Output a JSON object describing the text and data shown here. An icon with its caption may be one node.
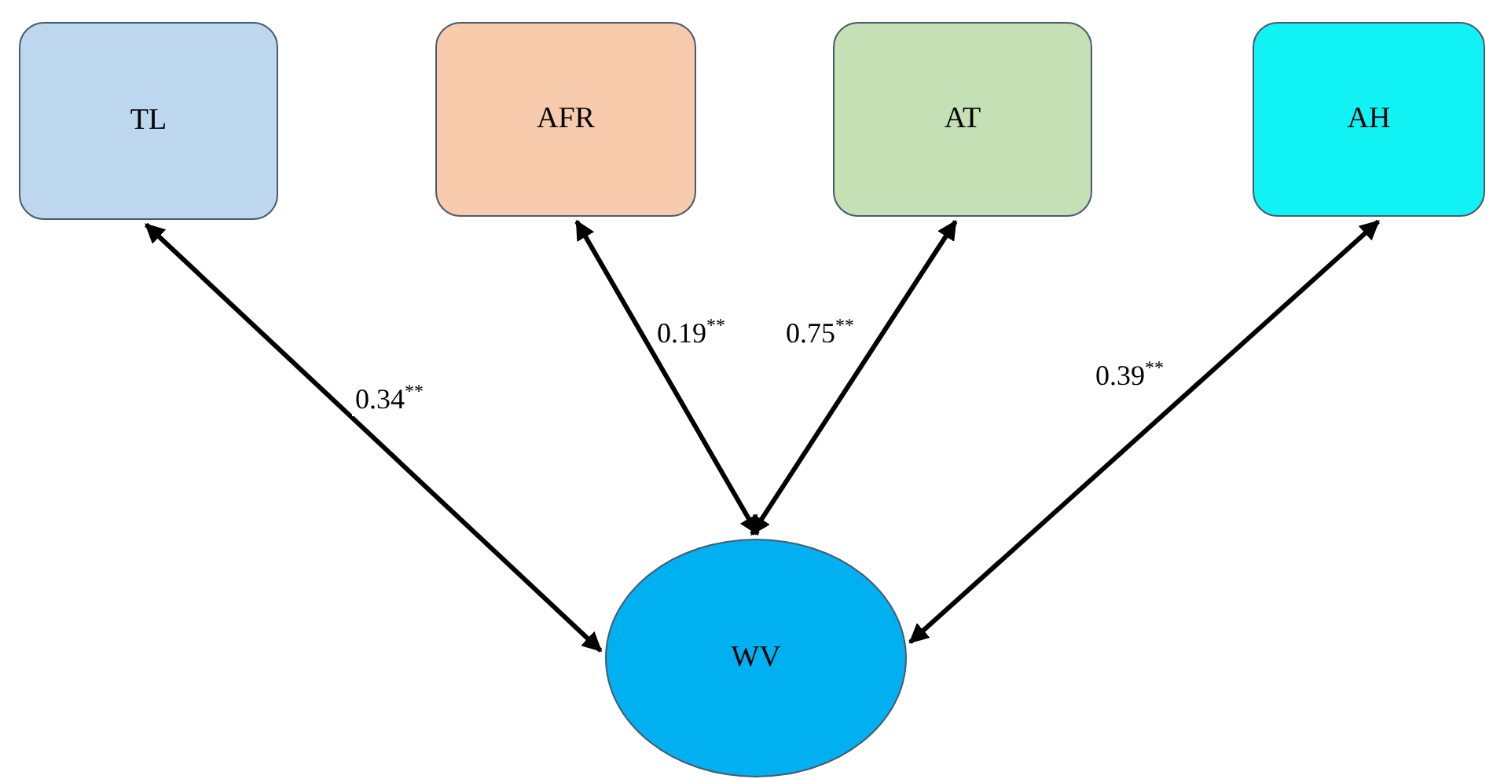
{
  "diagram": {
    "nodes": [
      {
        "text": [
          "TL"
        ]
      },
      {
        "text": [
          "AFR"
        ]
      },
      {
        "text": [
          "AT"
        ]
      },
      {
        "text": [
          "AH"
        ]
      },
      {
        "text": [
          "WV"
        ]
      }
    ],
    "edges": [
      {
        "from": 0,
        "to": 4,
        "arrow": "both",
        "label": "0.34$^{**}$"
      },
      {
        "from": 1,
        "to": 4,
        "arrow": "both",
        "label": "0.19$^{**}$"
      },
      {
        "from": 2,
        "to": 4,
        "arrow": "both",
        "label": "0.75$^{**}$"
      },
      {
        "from": 3,
        "to": 4,
        "arrow": "both",
        "label": "0.39$^{**}$"
      }
    ]
  }
}
